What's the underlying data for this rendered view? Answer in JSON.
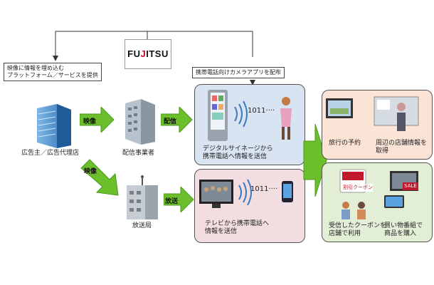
{
  "logo": {
    "text": "FUJITSU"
  },
  "callouts": {
    "left_line1": "映像に情報を埋め込む",
    "left_line2": "プラットフォーム／サービスを提供",
    "right": "携帯電話向けカメラアプリを配布"
  },
  "actors": {
    "advertiser": "広告主／広告代理店",
    "distributor": "配信事業者",
    "broadcaster": "放送局"
  },
  "arrows": {
    "video_1": "映像",
    "delivery": "配信",
    "video_2": "映像",
    "broadcast": "放送"
  },
  "panels": {
    "signage_line1": "デジタルサイネージから",
    "signage_line2": "携帯電話へ情報を送信",
    "tv_line1": "テレビから携帯電話へ",
    "tv_line2": "情報を送信",
    "signal_code": "1011",
    "signal_dots": "····"
  },
  "results": {
    "travel": "旅行の予約",
    "shop_info_line1": "周辺の店舗情報を",
    "shop_info_line2": "取得",
    "coupon_line1": "受信したクーポンを",
    "coupon_line2": "店舗で利用",
    "purchase_line1": "買い物番組で",
    "purchase_line2": "商品を購入",
    "coupon_card": "割引クーポン",
    "sale_tag": "SALE"
  }
}
